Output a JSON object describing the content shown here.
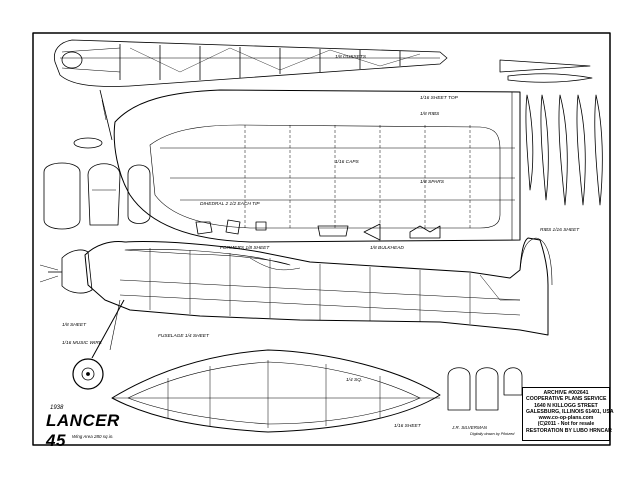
{
  "title": {
    "year": "1938",
    "name": "LANCER 45",
    "spec": "Wing Area 280 sq.in."
  },
  "info_box": {
    "lines": [
      "ARCHIVE #002641",
      "COOPERATIVE PLANS SERVICE",
      "1640 N KILLOGG STREET",
      "GALESBURG, ILLINOIS 61401, USA",
      "www.co-op-plans.com",
      "(C)2011 - Not for resale",
      "RESTORATION BY LUBO HRNCAR"
    ]
  },
  "labels": {
    "gussets": "1/8 GUSSETS",
    "sheet_top": "1/16 SHEET TOP",
    "ribs_1": "1/8 RIBS",
    "caps": "1/16 CAPS",
    "spars": "1/8 SPARS",
    "formers": "FORMERS 1/8 SHEET",
    "dihedral": "DIHEDRAL 2 1/2 EACH TIP",
    "bulkhead": "1/8 BULKHEAD",
    "ribs_2": "RIBS 1/16 SHEET",
    "fuselage_sheet": "FUSELAGE 1/4 SHEET",
    "music_wire": "1/16 MUSIC WIRE",
    "sheet_left": "1/8 SHEET",
    "sheet_right": "1/16 SHEET",
    "wood_sq": "1/4 SQ."
  },
  "credit": {
    "line1": "J.R. SILVERMAN",
    "line2": "Digitally drawn by Pilotzed"
  },
  "colors": {
    "ink": "#000000",
    "paper": "#ffffff"
  }
}
